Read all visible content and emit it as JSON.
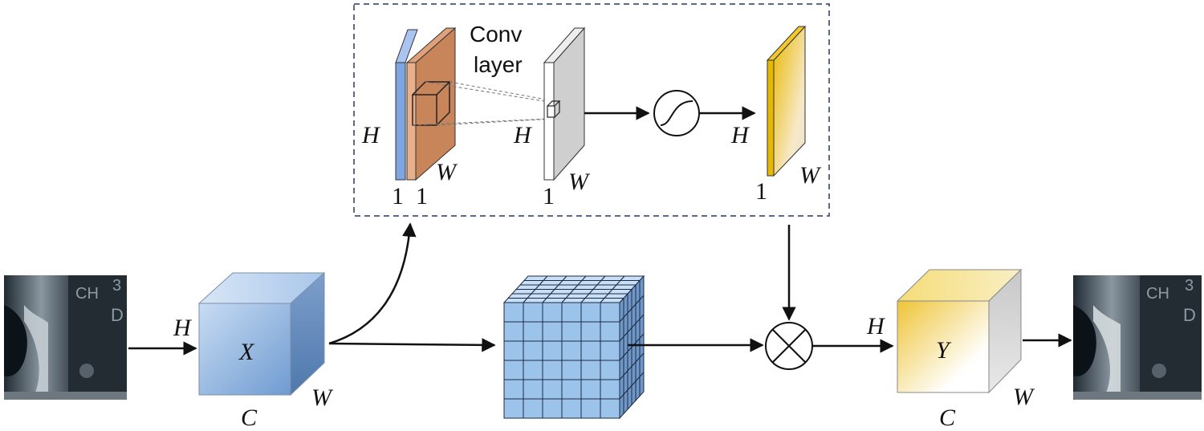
{
  "diagram": {
    "conv_label_line1": "Conv",
    "conv_label_line2": "layer",
    "dim_H": "H",
    "dim_W": "W",
    "dim_C": "C",
    "one": "1",
    "input_tensor": "X",
    "output_tensor": "Y",
    "input_image_text": [
      "CH",
      "3",
      "D"
    ],
    "output_image_text": [
      "CH",
      "3",
      "D"
    ]
  },
  "colors": {
    "box_border": "#5a6a8a",
    "x_cube": "#8fb3dd",
    "y_cube": "#f2d060",
    "grid_cube": "#9cc3ea",
    "map_blue": "#7fa6e0",
    "map_orange": "#c9855a",
    "map_gold": "#e8b800"
  },
  "icons": [
    "sigmoid-icon",
    "multiply-icon"
  ]
}
